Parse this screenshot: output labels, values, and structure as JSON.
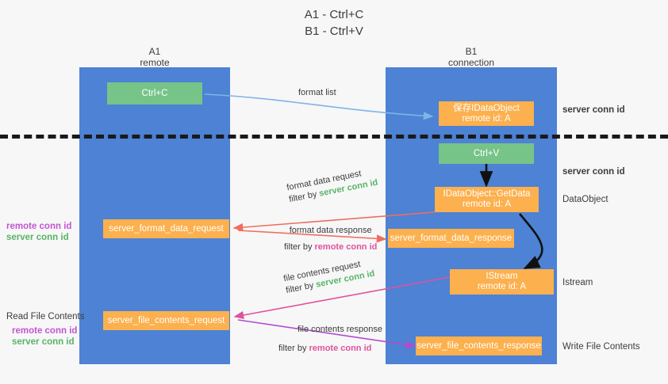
{
  "title": {
    "line1": "A1 - Ctrl+C",
    "line2": "B1 - Ctrl+V"
  },
  "columns": [
    {
      "name": "A1",
      "subtitle": "remote"
    },
    {
      "name": "B1",
      "subtitle": "connection"
    }
  ],
  "nodes": {
    "ctrl_c": {
      "label": "Ctrl+C"
    },
    "ctrl_v": {
      "label": "Ctrl+V"
    },
    "idataobject": {
      "line1": "保存IDataObject",
      "line2": "remote id: A"
    },
    "getdata": {
      "line1": "IDataObject::GetData",
      "line2": "remote id: A"
    },
    "istream": {
      "line1": "IStream",
      "line2": "remote id: A"
    },
    "server_format_data_request": {
      "label": "server_format_data_request"
    },
    "server_format_data_response": {
      "label": "server_format_data_response"
    },
    "server_file_contents_request": {
      "label": "server_file_contents_request"
    },
    "server_file_contents_response": {
      "label": "server_file_contents_response"
    }
  },
  "edges": {
    "format_list": {
      "label": "format list"
    },
    "format_data_request": {
      "label": "format data request",
      "filter_prefix": "filter by ",
      "filter_key": "server conn id"
    },
    "format_data_response": {
      "label": "format data response",
      "filter_prefix": "filter by ",
      "filter_key": "remote conn id"
    },
    "file_contents_request": {
      "label": "file contents request",
      "filter_prefix": "filter by ",
      "filter_key": "server conn id"
    },
    "file_contents_response": {
      "label": "file contents response",
      "filter_prefix": "filter by ",
      "filter_key": "remote conn id"
    }
  },
  "right_notes": {
    "server_conn_id_top": "server conn id",
    "server_conn_id_mid": "server conn id",
    "dataobject": "DataObject",
    "istream": "Istream",
    "write_file_contents": "Write File Contents"
  },
  "left_notes": {
    "mid_remote": "remote conn id",
    "mid_server": "server conn id",
    "read_file_contents": "Read File Contents",
    "bottom_remote": "remote conn id",
    "bottom_server": "server conn id"
  },
  "colors": {
    "lane": "#4d82d4",
    "green_node": "#76c487",
    "orange_node": "#fcb04e",
    "green_text": "#58b368",
    "pink_text": "#c454d4",
    "magenta_arrow": "#e0529c",
    "red_arrow": "#ef6e5f",
    "blue_arrow": "#7fb4e8",
    "black_arrow": "#1a1a1a",
    "background": "#f7f7f7"
  }
}
